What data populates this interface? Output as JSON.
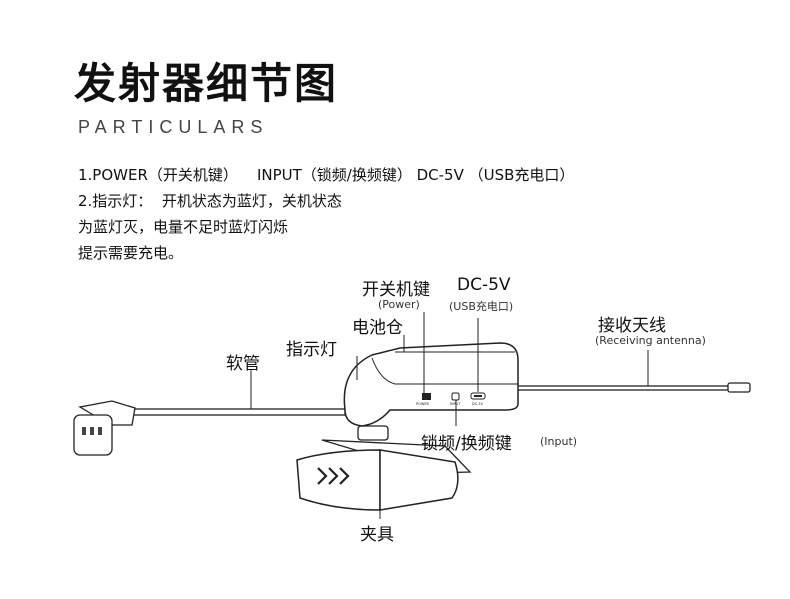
{
  "header": {
    "title": "发射器细节图",
    "subtitle": "PARTICULARS"
  },
  "description": {
    "line1": "1.POWER（开关机键）    INPUT（锁频/换频键） DC-5V （USB充电口）",
    "line2": "2.指示灯：  开机状态为蓝灯，关机状态",
    "line3": "为蓝灯灭，电量不足时蓝灯闪烁",
    "line4": "提示需要充电。"
  },
  "labels": {
    "power_cn": "开关机键",
    "power_en": "(Power)",
    "dc_main": "DC-5V",
    "dc_sub": "(USB充电口)",
    "battery": "电池仓",
    "indicator": "指示灯",
    "hose": "软管",
    "antenna_cn": "接收天线",
    "antenna_en": "(Receiving antenna)",
    "input_cn": "锁频/换频键",
    "input_en": "(Input)",
    "clip": "夹具",
    "tiny_power": "POWER",
    "tiny_input": "INPUT",
    "tiny_dc": "DC-5V"
  }
}
